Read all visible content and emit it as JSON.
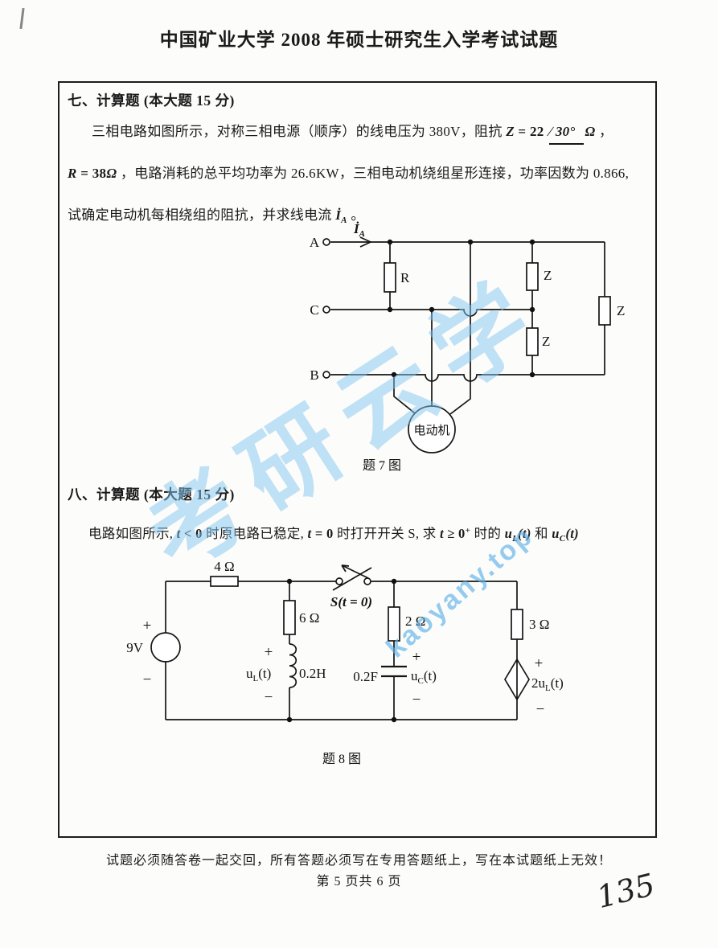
{
  "page": {
    "title": "中国矿业大学 2008 年硕士研究生入学考试试题",
    "footer": {
      "notice": "试题必须随答卷一起交回，所有答题必须写在专用答题纸上，写在本试题纸上无效！",
      "page_indicator": "第 5 页共 6 页",
      "handwritten_number": "135"
    }
  },
  "watermark": {
    "script_text": "考研云学",
    "site_text": "kaoyany.top",
    "color": "#7dc3ee"
  },
  "q7": {
    "header": "七、计算题 (本大题 15 分)",
    "lines": [
      [
        {
          "t": "三相电路如图所示，对称三相电源（顺序）的线电压为 380V，阻抗 "
        },
        {
          "t": "Z",
          "c": "bi"
        },
        {
          "t": " = 22 ",
          "c": "b"
        },
        {
          "t": "∕ 30°",
          "c": "ph"
        },
        {
          "t": "Ω",
          "c": "bi"
        },
        {
          "t": " ，"
        }
      ],
      [
        {
          "t": "R",
          "c": "bi"
        },
        {
          "t": " = 38",
          "c": "b"
        },
        {
          "t": "Ω",
          "c": "bi"
        },
        {
          "t": " ，电路消耗的总平均功率为 26.6KW，三相电动机绕组星形连接，功率因数为 0.866,"
        }
      ],
      [
        {
          "t": "试确定电动机每相绕组的阻抗，并求线电流 "
        },
        {
          "t": "İ",
          "c": "bi"
        },
        {
          "t": "A",
          "c": "bisub"
        },
        {
          "t": " 。"
        }
      ]
    ],
    "figure": {
      "caption": "题 7 图",
      "phase_a": "A",
      "phase_b": "B",
      "phase_c": "C",
      "current_symbol": "İ",
      "current_sub": "A",
      "resistor": "R",
      "impedance": "Z",
      "motor": "电动机"
    }
  },
  "q8": {
    "header": "八、计算题 (本大题 15 分)",
    "line": [
      {
        "t": "电路如图所示, "
      },
      {
        "t": "t",
        "c": "bi"
      },
      {
        "t": " < 0 ",
        "c": "b"
      },
      {
        "t": "时原电路已稳定, "
      },
      {
        "t": "t",
        "c": "bi"
      },
      {
        "t": " = 0 ",
        "c": "b"
      },
      {
        "t": "时打开开关 S, 求 "
      },
      {
        "t": "t",
        "c": "bi"
      },
      {
        "t": " ≥ 0",
        "c": "b"
      },
      {
        "t": "+",
        "c": "bsup"
      },
      {
        "t": " 时的 "
      },
      {
        "t": "u",
        "c": "bi"
      },
      {
        "t": "L",
        "c": "bisub"
      },
      {
        "t": "(t)",
        "c": "bi"
      },
      {
        "t": " 和 "
      },
      {
        "t": "u",
        "c": "bi"
      },
      {
        "t": "C",
        "c": "bisub"
      },
      {
        "t": "(t)",
        "c": "bi"
      }
    ],
    "figure": {
      "caption": "题 8 图",
      "r4": "4 Ω",
      "r6": "6 Ω",
      "r2": "2 Ω",
      "r3": "3 Ω",
      "source": "9V",
      "switch": "S(t = 0)",
      "plus": "+",
      "minus": "−",
      "ind_u": "u",
      "ind_sub": "L",
      "ind_t": "(t)",
      "ind_value": "0.2H",
      "cap_value": "0.2F",
      "cap_u": "u",
      "cap_sub": "C",
      "cap_t": "(t)",
      "dep_coef": "2u",
      "dep_sub": "L",
      "dep_t": "(t)"
    }
  }
}
